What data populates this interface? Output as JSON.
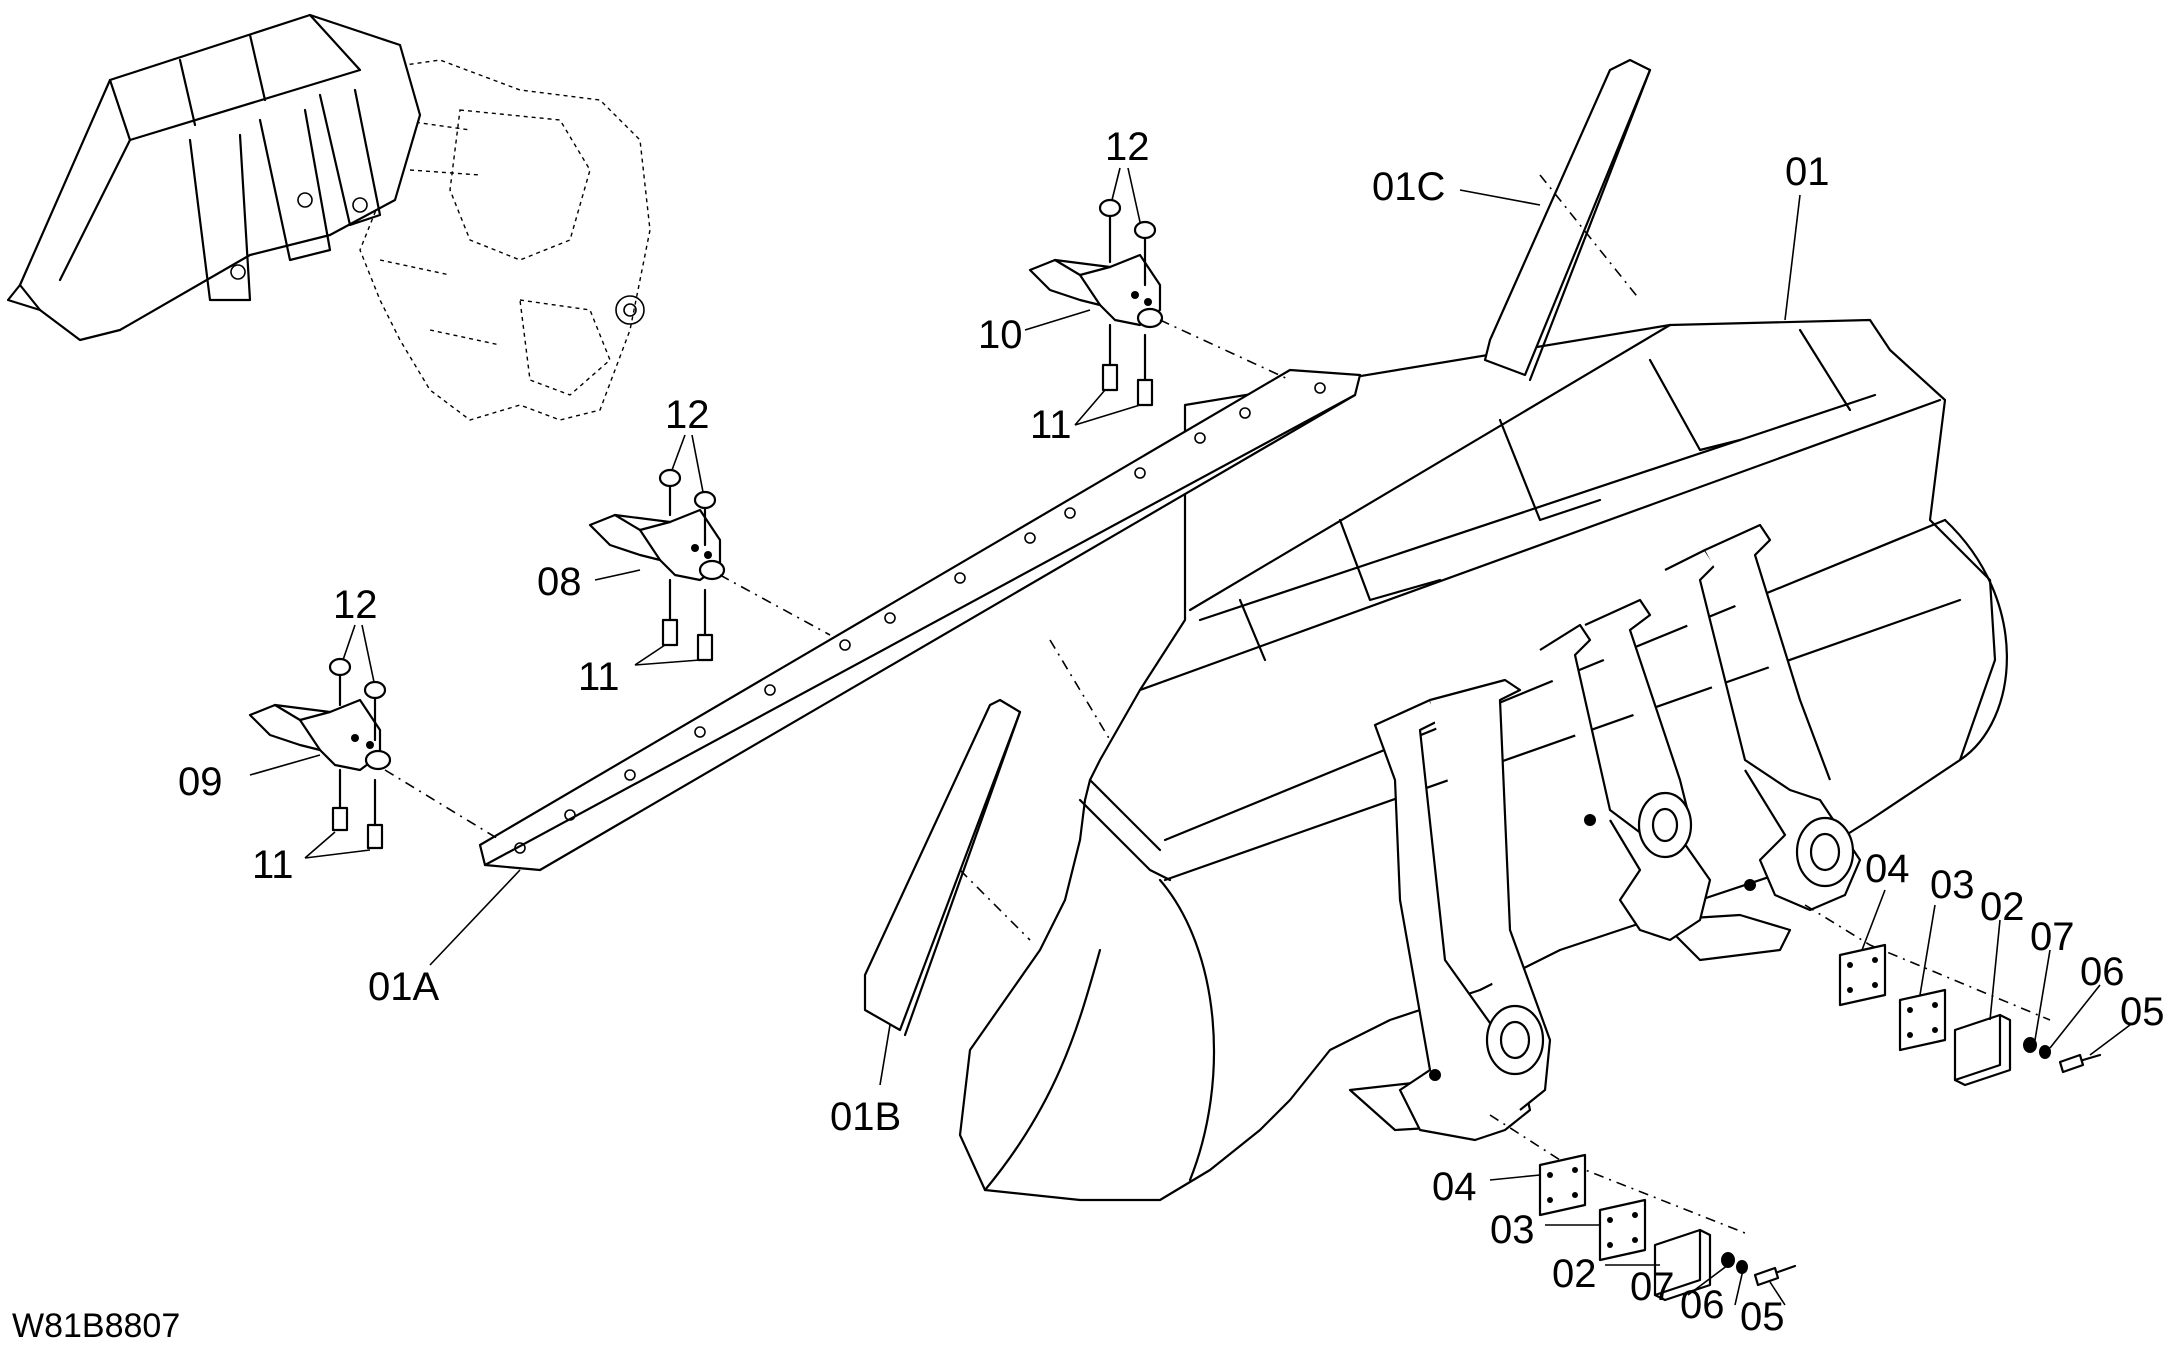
{
  "drawing_code": "W81B8807",
  "callouts": {
    "c01": "01",
    "c01A": "01A",
    "c01B": "01B",
    "c01C": "01C",
    "c02a": "02",
    "c03a": "03",
    "c04a": "04",
    "c05a": "05",
    "c06a": "06",
    "c07a": "07",
    "c02b": "02",
    "c03b": "03",
    "c04b": "04",
    "c05b": "05",
    "c06b": "06",
    "c07b": "07",
    "c08": "08",
    "c09": "09",
    "c10": "10",
    "c11a": "11",
    "c11b": "11",
    "c11c": "11",
    "c12a": "12",
    "c12b": "12",
    "c12c": "12"
  }
}
